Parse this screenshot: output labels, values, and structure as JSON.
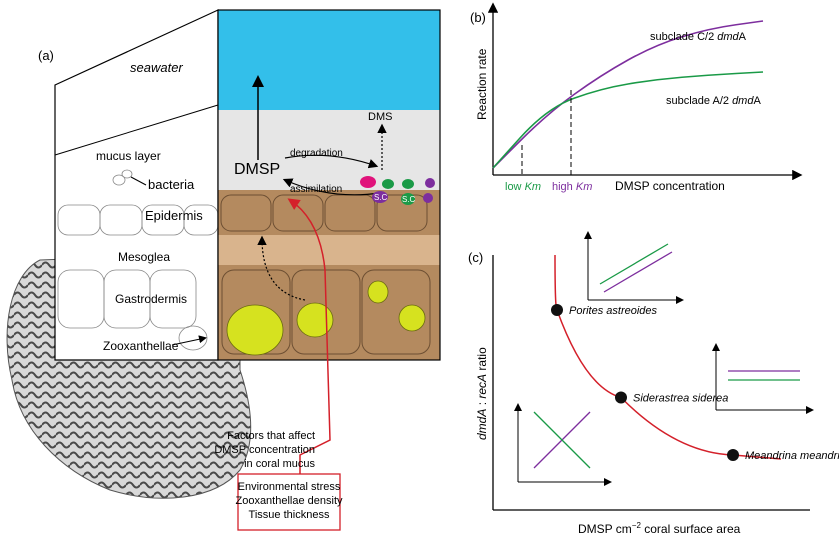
{
  "panel_a": {
    "label": "(a)",
    "seawater": "seawater",
    "mucus_layer": "mucus layer",
    "bacteria": "bacteria",
    "epidermis": "Epidermis",
    "mesoglea": "Mesoglea",
    "gastrodermis": "Gastrodermis",
    "zooxanthellae": "Zooxanthellae",
    "dms": "DMS",
    "dmsp": "DMSP",
    "degradation": "degradation",
    "assimilation": "assimilation",
    "sc_label": "S.C",
    "factors_title": [
      "Factors that affect",
      "DMSP concentration",
      "in coral mucus"
    ],
    "factors_box": [
      "Environmental stress",
      "Zooxanthellae density",
      "Tissue thickness"
    ]
  },
  "panel_b": {
    "label": "(b)",
    "ylabel": "Reaction rate",
    "xlabel": "DMSP concentration",
    "low_km": "low",
    "high_km": "high",
    "km": "Km"
  },
  "panel_c": {
    "label": "(c)",
    "ylabel_italic": "dmdA",
    "ylabel_mid": " : ",
    "ylabel_italic2": "recA",
    "ylabel_end": " ratio",
    "xlabel_pre": "DMSP cm",
    "xlabel_sup": "−2",
    "xlabel_post": " coral surface area"
  },
  "colors": {
    "seawater": "#33bfea",
    "purple": "#7d2e9e",
    "green": "#1a9a47",
    "red": "#d4202a",
    "tissue": "#d9b48d",
    "cell_dark": "#b48a5f",
    "zoox": "#d6e21f",
    "magenta": "#e0137b"
  },
  "chart_data": [
    {
      "type": "line",
      "panel": "(b)",
      "xlabel": "DMSP concentration",
      "ylabel": "Reaction rate",
      "series": [
        {
          "name": "subclade C/2 dmdA",
          "x": [
            0,
            0.2,
            0.4,
            0.6,
            0.8,
            1.0
          ],
          "y": [
            0,
            0.36,
            0.62,
            0.82,
            0.93,
            0.98
          ]
        },
        {
          "name": "subclade A/2 dmdA",
          "x": [
            0,
            0.2,
            0.4,
            0.6,
            0.8,
            1.0
          ],
          "y": [
            0,
            0.4,
            0.53,
            0.59,
            0.62,
            0.64
          ]
        }
      ]
    },
    {
      "type": "scatter",
      "panel": "(c)",
      "xlabel": "DMSP cm−2 coral surface area",
      "ylabel": "dmdA : recA ratio",
      "series": [
        {
          "name": "trend",
          "points": [
            {
              "label": "Porites astreoides",
              "x": 0.2,
              "y": 0.8
            },
            {
              "label": "Siderastrea siderea",
              "x": 0.4,
              "y": 0.45
            },
            {
              "label": "Meandrina meandrites",
              "x": 0.75,
              "y": 0.22
            }
          ]
        }
      ]
    }
  ]
}
